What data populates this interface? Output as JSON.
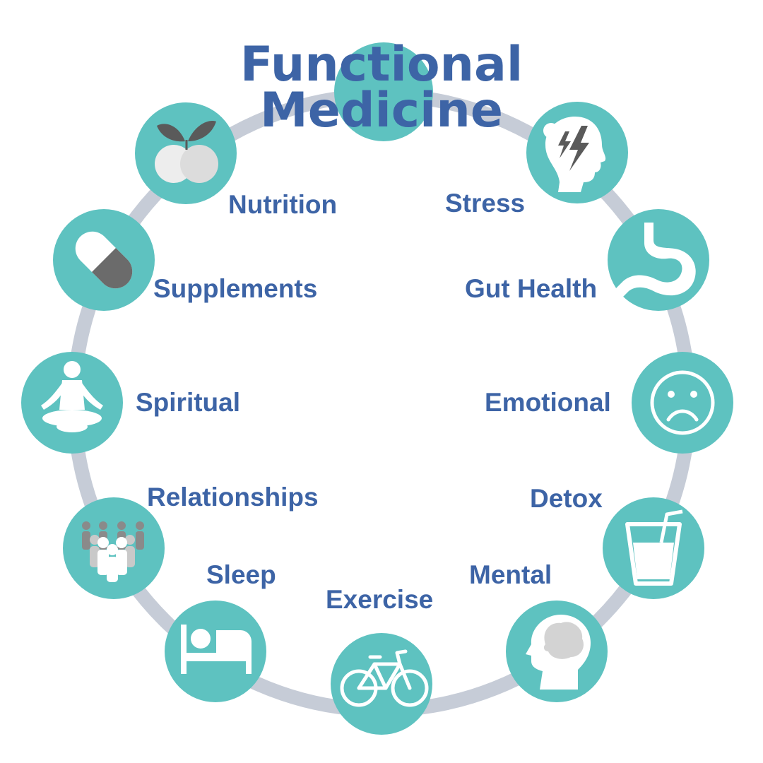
{
  "title": {
    "line1": "Functional",
    "line2": "Medicine"
  },
  "colors": {
    "ring": "#c6ccd7",
    "node": "#5ec2c0",
    "text": "#3d64a6",
    "icon_white": "#ffffff",
    "icon_gray": "#6b6b6b",
    "icon_light": "#d3d3d3"
  },
  "nodes": [
    {
      "label": "Nutrition",
      "icon": "fruit-icon"
    },
    {
      "label": "Stress",
      "icon": "head-lightning-icon"
    },
    {
      "label": "Supplements",
      "icon": "capsule-icon"
    },
    {
      "label": "Gut Health",
      "icon": "stomach-icon"
    },
    {
      "label": "Spiritual",
      "icon": "meditation-icon"
    },
    {
      "label": "Emotional",
      "icon": "sad-face-icon"
    },
    {
      "label": "Relationships",
      "icon": "crowd-icon"
    },
    {
      "label": "Detox",
      "icon": "glass-straw-icon"
    },
    {
      "label": "Sleep",
      "icon": "bed-icon"
    },
    {
      "label": "Mental",
      "icon": "brain-head-icon"
    },
    {
      "label": "Exercise",
      "icon": "bicycle-icon"
    }
  ]
}
